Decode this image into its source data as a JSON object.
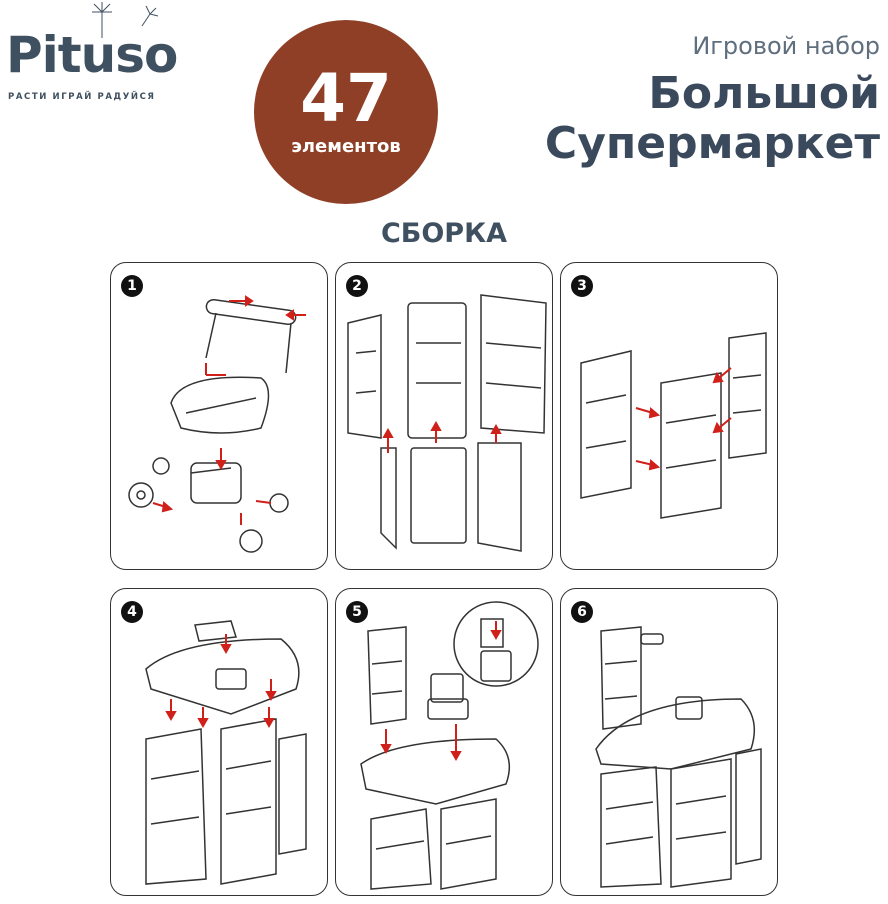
{
  "brand": {
    "name": "Pituso",
    "slogan": "РАСТИ ИГРАЙ РАДУЙСЯ",
    "color": "#3f5060"
  },
  "badge": {
    "number": "47",
    "unit": "элементов",
    "color": "#8f3f26"
  },
  "title": {
    "line_small": "Игровой набор",
    "line_big_1": "Большой",
    "line_big_2": "Супермаркет"
  },
  "section_title": "СБОРКА",
  "steps": [
    {
      "number": "1",
      "illustration": "shopping-cart-assembly"
    },
    {
      "number": "2",
      "illustration": "shelf-panels-assembly"
    },
    {
      "number": "3",
      "illustration": "shelf-units-joining"
    },
    {
      "number": "4",
      "illustration": "counter-top-mounting"
    },
    {
      "number": "5",
      "illustration": "side-rack-and-register-mounting"
    },
    {
      "number": "6",
      "illustration": "assembled-supermarket"
    }
  ],
  "colors": {
    "arrow": "#d0201a",
    "line": "#333333"
  }
}
